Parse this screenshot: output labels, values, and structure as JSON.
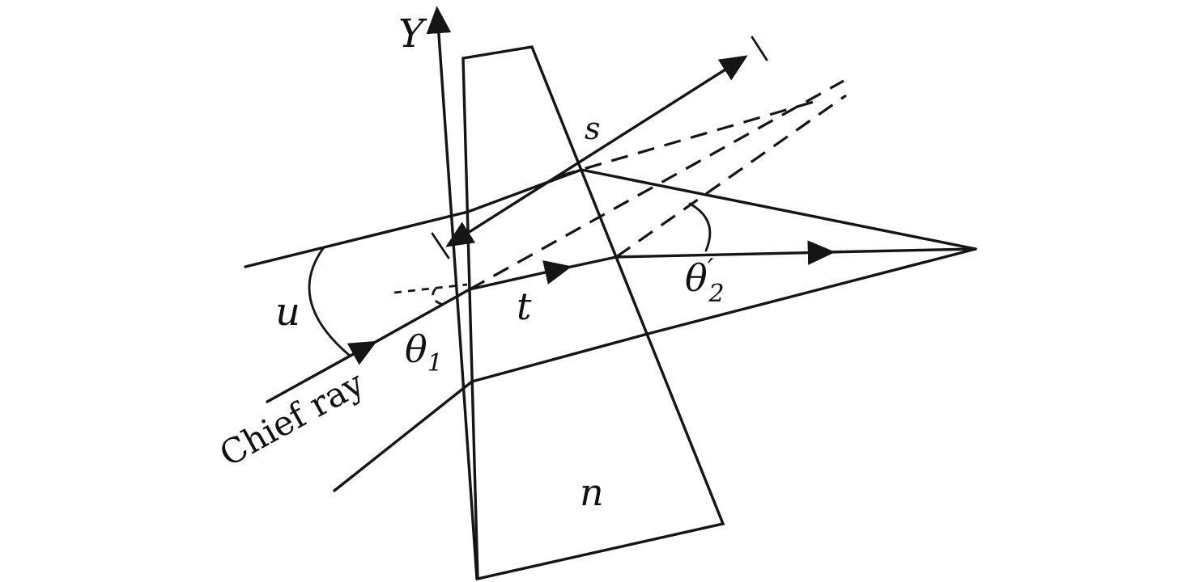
{
  "figure": {
    "background_color": "#ffffff",
    "line_color": "#151515",
    "description": "Optics diagram: chief ray and marginal rays refracting through a tilted plane-parallel glass plate, showing image displacement"
  },
  "labels": {
    "y_axis": "Y",
    "displacement": "s",
    "aperture_angle": "u",
    "thickness": "t",
    "incidence_angle_base": "θ",
    "incidence_angle_sub": "1",
    "exit_angle_base": "θ",
    "exit_angle_prime": "′",
    "exit_angle_sub": "2",
    "refractive_index": "n",
    "chief_ray": "Chief ray"
  }
}
